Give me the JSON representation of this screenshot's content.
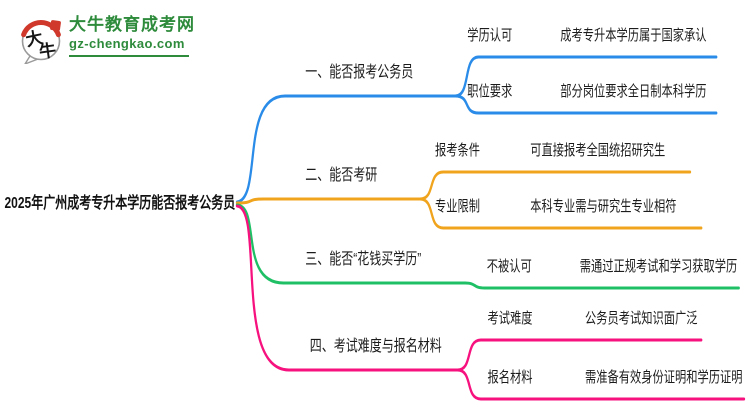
{
  "site": {
    "logo_title": "大牛教育成考网",
    "logo_domain": "gz-chengkao.com",
    "logo_icon_char1": "大",
    "logo_icon_char2": "牛",
    "brand_color": "#2e8b3c",
    "seal_color": "#cf382b"
  },
  "mindmap": {
    "root_label": "2025年广州成考专升本学历能否报考公务员",
    "branches": [
      {
        "label": "一、能否报考公务员",
        "color": "#2a8ce8",
        "children": [
          {
            "label": "学历认可",
            "detail": "成考专升本学历属于国家承认"
          },
          {
            "label": "职位要求",
            "detail": "部分岗位要求全日制本科学历"
          }
        ]
      },
      {
        "label": "二、能否考研",
        "color": "#f0a41e",
        "children": [
          {
            "label": "报考条件",
            "detail": "可直接报考全国统招研究生"
          },
          {
            "label": "专业限制",
            "detail": "本科专业需与研究生专业相符"
          }
        ]
      },
      {
        "label": "三、能否“花钱买学历”",
        "color": "#1fc065",
        "children": [
          {
            "label": "不被认可",
            "detail": "需通过正规考试和学习获取学历"
          }
        ]
      },
      {
        "label": "四、考试难度与报名材料",
        "color": "#f6117e",
        "children": [
          {
            "label": "考试难度",
            "detail": "公务员考试知识面广泛"
          },
          {
            "label": "报名材料",
            "detail": "需准备有效身份证明和学历证明"
          }
        ]
      }
    ]
  }
}
